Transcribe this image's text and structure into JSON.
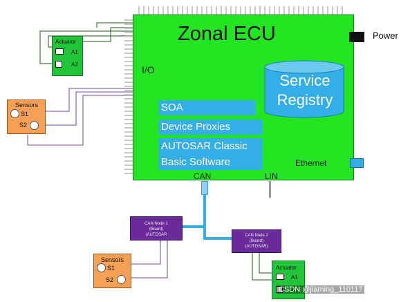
{
  "ecu": {
    "title": "Zonal ECU",
    "io_label": "I/O",
    "power_label": "Power",
    "ethernet_label": "Ethernet",
    "can_label": "CAN",
    "lin_label": "LIN",
    "service_registry": [
      "Service",
      "Registry"
    ],
    "blocks": {
      "soa": "SOA",
      "device_proxies": "Device Proxies",
      "autosar_line1": "AUTOSAR Classic",
      "autosar_line2": "Basic Software"
    }
  },
  "actuator_top": {
    "title": "Actuator",
    "a1": "A1",
    "a2": "A2"
  },
  "sensors_left": {
    "title": "Sensors",
    "s1": "S1",
    "s2": "S2"
  },
  "can_node_1": {
    "line1": "CAN Node 1",
    "line2": "(Board)",
    "line3": "(AUTOSAR"
  },
  "can_node_2": {
    "line1": "CAN Node 2",
    "line2": "(Board)",
    "line3": "(AUTOSAR)"
  },
  "sensors_bottom": {
    "title": "Sensors",
    "s1": "S1",
    "s2": "S2"
  },
  "actuator_bottom": {
    "title": "Actuator",
    "a1": "A1",
    "a2": "A2"
  },
  "watermark": "CSDN @jiaming_110117",
  "colors": {
    "ecu_green": "#22e622",
    "software_blue": "#33aee6",
    "node_purple": "#6a2a9a",
    "sensor_orange": "#f5a055",
    "wire_purple": "#8a6ab8"
  }
}
